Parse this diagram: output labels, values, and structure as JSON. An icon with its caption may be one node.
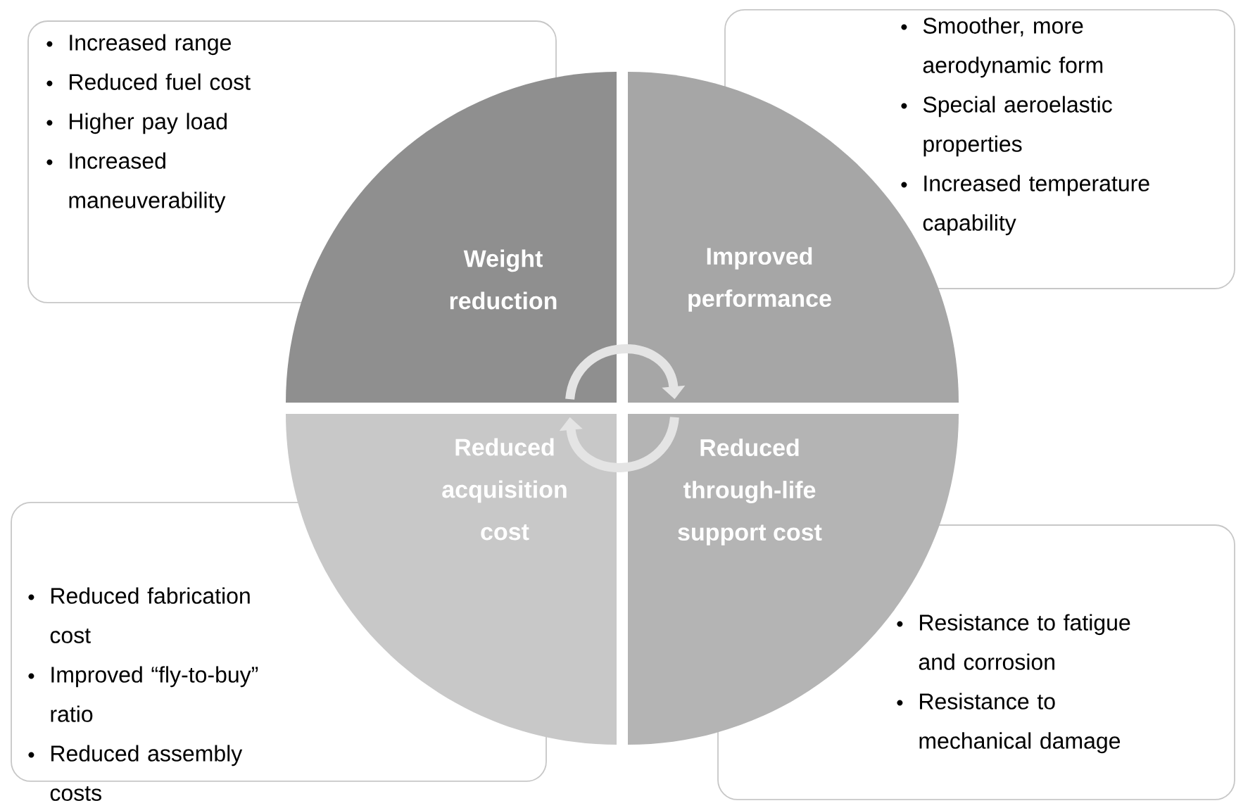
{
  "diagram": {
    "nodes": [
      {
        "text": [
          "Weight reduction"
        ]
      },
      {
        "text": [
          "Improved performance"
        ]
      },
      {
        "text": [
          "Reduced acquisition cost"
        ]
      },
      {
        "text": [
          "Reduced through-life support cost"
        ]
      },
      {
        "text": [
          "Increased range",
          "Reduced fuel cost",
          "Higher pay load",
          "Increased maneuverability"
        ]
      },
      {
        "text": [
          "Smoother, more aerodynamic form",
          "Special aeroelastic properties",
          "Increased temperature capability"
        ]
      },
      {
        "text": [
          "Reduced fabrication cost",
          "Improved “fly-to-buy” ratio",
          "Reduced assembly costs"
        ]
      },
      {
        "text": [
          "Resistance to fatigue and corrosion",
          "Resistance to mechanical damage"
        ]
      }
    ],
    "edges": [
      {
        "from": 0,
        "to": 1,
        "arrow": "to"
      },
      {
        "from": 3,
        "to": 2,
        "arrow": "to"
      }
    ]
  }
}
